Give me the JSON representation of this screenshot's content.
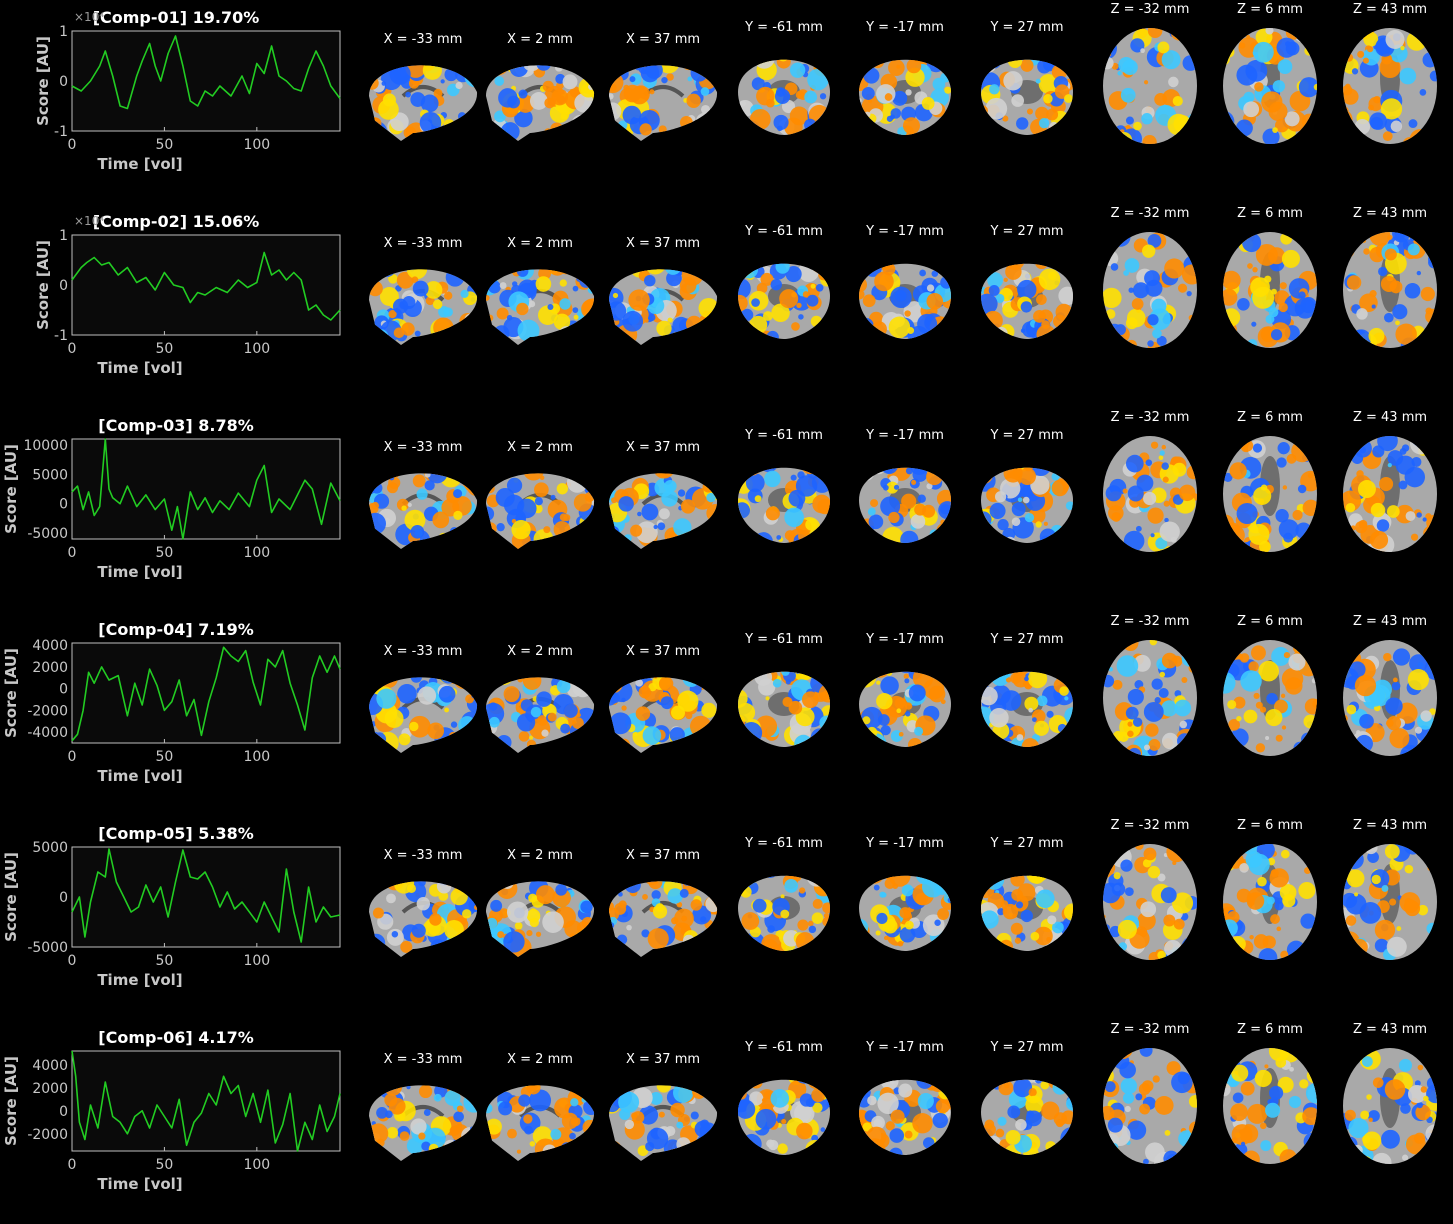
{
  "colors": {
    "background": "#000000",
    "axes_bg": "#0a0a0a",
    "axis": "#bfbfbf",
    "trace": "#22cc22",
    "positive": "#ff8c00",
    "positive_hot": "#ffe000",
    "negative": "#1e64ff",
    "negative_cold": "#3cc8ff"
  },
  "slice_labels": [
    "X = -33 mm",
    "X = 2 mm",
    "X = 37 mm",
    "Y = -61 mm",
    "Y = -17 mm",
    "Y = 27 mm",
    "Z = -32 mm",
    "Z = 6 mm",
    "Z = 43 mm"
  ],
  "chart_data": [
    {
      "type": "line",
      "title": "[Comp-01] 19.70%",
      "xlabel": "Time [vol]",
      "ylabel": "Score [AU]",
      "xlim": [
        0,
        145
      ],
      "ylim": [
        -1,
        1
      ],
      "scale_label": "×10⁴",
      "xticks": [
        "0",
        "50",
        "100"
      ],
      "xtick_values": [
        0,
        50,
        100
      ],
      "yticks": [
        "1",
        "0",
        "-1"
      ],
      "ytick_values": [
        1,
        0,
        -1
      ],
      "x": [
        0,
        5,
        10,
        15,
        18,
        22,
        26,
        30,
        35,
        38,
        42,
        45,
        48,
        52,
        56,
        60,
        64,
        68,
        72,
        76,
        80,
        86,
        92,
        96,
        100,
        104,
        108,
        112,
        116,
        120,
        124,
        128,
        132,
        136,
        140,
        145
      ],
      "y": [
        -0.1,
        -0.2,
        0.0,
        0.3,
        0.6,
        0.1,
        -0.5,
        -0.55,
        0.1,
        0.4,
        0.75,
        0.3,
        0.0,
        0.55,
        0.9,
        0.3,
        -0.4,
        -0.5,
        -0.2,
        -0.3,
        -0.1,
        -0.3,
        0.1,
        -0.25,
        0.35,
        0.15,
        0.7,
        0.1,
        0.0,
        -0.15,
        -0.2,
        0.25,
        0.6,
        0.3,
        -0.1,
        -0.35
      ]
    },
    {
      "type": "line",
      "title": "[Comp-02] 15.06%",
      "xlabel": "Time [vol]",
      "ylabel": "Score [AU]",
      "xlim": [
        0,
        145
      ],
      "ylim": [
        -1,
        1
      ],
      "scale_label": "×10⁴",
      "xticks": [
        "0",
        "50",
        "100"
      ],
      "xtick_values": [
        0,
        50,
        100
      ],
      "yticks": [
        "1",
        "0",
        "-1"
      ],
      "ytick_values": [
        1,
        0,
        -1
      ],
      "x": [
        0,
        5,
        8,
        12,
        16,
        20,
        25,
        30,
        35,
        40,
        45,
        50,
        55,
        60,
        64,
        68,
        72,
        78,
        84,
        90,
        95,
        100,
        104,
        108,
        112,
        116,
        120,
        124,
        128,
        132,
        136,
        140,
        145
      ],
      "y": [
        0.1,
        0.35,
        0.45,
        0.55,
        0.4,
        0.45,
        0.2,
        0.35,
        0.05,
        0.15,
        -0.1,
        0.25,
        0.0,
        -0.05,
        -0.35,
        -0.15,
        -0.2,
        -0.05,
        -0.15,
        0.1,
        -0.05,
        0.05,
        0.65,
        0.2,
        0.3,
        0.1,
        0.25,
        0.1,
        -0.5,
        -0.4,
        -0.6,
        -0.7,
        -0.5
      ]
    },
    {
      "type": "line",
      "title": "[Comp-03] 8.78%",
      "xlabel": "Time [vol]",
      "ylabel": "Score [AU]",
      "xlim": [
        0,
        145
      ],
      "ylim": [
        -6000,
        11000
      ],
      "xticks": [
        "0",
        "50",
        "100"
      ],
      "xtick_values": [
        0,
        50,
        100
      ],
      "yticks": [
        "10000",
        "5000",
        "0",
        "-5000"
      ],
      "ytick_values": [
        10000,
        5000,
        0,
        -5000
      ],
      "x": [
        0,
        3,
        6,
        9,
        12,
        15,
        18,
        20,
        22,
        26,
        30,
        35,
        40,
        45,
        50,
        54,
        57,
        60,
        64,
        68,
        72,
        76,
        80,
        85,
        90,
        96,
        100,
        104,
        108,
        112,
        118,
        122,
        126,
        130,
        135,
        140,
        145
      ],
      "y": [
        2000,
        3000,
        -1000,
        2000,
        -2000,
        -500,
        11000,
        2500,
        1000,
        0,
        3000,
        -500,
        1500,
        -1000,
        800,
        -4500,
        -500,
        -6000,
        2000,
        -1000,
        1000,
        -1500,
        500,
        -1000,
        1800,
        -500,
        4000,
        6500,
        -1500,
        800,
        -1000,
        1500,
        4000,
        2500,
        -3500,
        3500,
        500
      ]
    },
    {
      "type": "line",
      "title": "[Comp-04] 7.19%",
      "xlabel": "Time [vol]",
      "ylabel": "Score [AU]",
      "xlim": [
        0,
        145
      ],
      "ylim": [
        -5000,
        4200
      ],
      "xticks": [
        "0",
        "50",
        "100"
      ],
      "xtick_values": [
        0,
        50,
        100
      ],
      "yticks": [
        "4000",
        "2000",
        "0",
        "-2000",
        "-4000"
      ],
      "ytick_values": [
        4000,
        2000,
        0,
        -2000,
        -4000
      ],
      "x": [
        0,
        3,
        6,
        9,
        12,
        16,
        20,
        25,
        30,
        34,
        38,
        42,
        46,
        50,
        54,
        58,
        62,
        66,
        70,
        74,
        78,
        82,
        86,
        90,
        94,
        98,
        102,
        106,
        110,
        114,
        118,
        122,
        126,
        130,
        134,
        138,
        142,
        145
      ],
      "y": [
        -4800,
        -4200,
        -2000,
        1500,
        500,
        2000,
        800,
        1200,
        -2500,
        500,
        -1500,
        1800,
        300,
        -2000,
        -1200,
        800,
        -2500,
        -1000,
        -4300,
        -1200,
        1000,
        3800,
        3000,
        2500,
        3500,
        600,
        -1500,
        2700,
        2000,
        3500,
        500,
        -1500,
        -3800,
        1000,
        3000,
        1500,
        3000,
        1800
      ]
    },
    {
      "type": "line",
      "title": "[Comp-05] 5.38%",
      "xlabel": "Time [vol]",
      "ylabel": "Score [AU]",
      "xlim": [
        0,
        145
      ],
      "ylim": [
        -5000,
        5000
      ],
      "xticks": [
        "0",
        "50",
        "100"
      ],
      "xtick_values": [
        0,
        50,
        100
      ],
      "yticks": [
        "5000",
        "0",
        "-5000"
      ],
      "ytick_values": [
        5000,
        0,
        -5000
      ],
      "x": [
        0,
        4,
        7,
        10,
        14,
        18,
        20,
        24,
        28,
        32,
        36,
        40,
        44,
        48,
        52,
        56,
        60,
        64,
        68,
        72,
        76,
        80,
        84,
        88,
        92,
        96,
        100,
        104,
        108,
        112,
        116,
        120,
        124,
        128,
        132,
        136,
        140,
        145
      ],
      "y": [
        -1500,
        0,
        -4000,
        -500,
        2500,
        2000,
        4800,
        1500,
        0,
        -1500,
        -1000,
        1200,
        -500,
        1000,
        -2000,
        1500,
        4700,
        2000,
        1800,
        2500,
        1000,
        -1000,
        500,
        -1200,
        -500,
        -1500,
        -2500,
        -500,
        -2000,
        -3500,
        2800,
        -1500,
        -4500,
        1000,
        -2500,
        -1000,
        -2000,
        -1800
      ]
    },
    {
      "type": "line",
      "title": "[Comp-06] 4.17%",
      "xlabel": "Time [vol]",
      "ylabel": "Score [AU]",
      "xlim": [
        0,
        145
      ],
      "ylim": [
        -3500,
        5200
      ],
      "xticks": [
        "0",
        "50",
        "100"
      ],
      "xtick_values": [
        0,
        50,
        100
      ],
      "yticks": [
        "4000",
        "2000",
        "0",
        "-2000"
      ],
      "ytick_values": [
        4000,
        2000,
        0,
        -2000
      ],
      "x": [
        0,
        2,
        4,
        7,
        10,
        14,
        18,
        22,
        26,
        30,
        34,
        38,
        42,
        46,
        50,
        54,
        58,
        62,
        66,
        70,
        74,
        78,
        82,
        86,
        90,
        94,
        98,
        102,
        106,
        110,
        114,
        118,
        122,
        126,
        130,
        134,
        138,
        142,
        145
      ],
      "y": [
        5200,
        3000,
        -1000,
        -2500,
        500,
        -1500,
        2500,
        -500,
        -1000,
        -2000,
        -500,
        0,
        -1500,
        500,
        -500,
        -1500,
        1000,
        -3000,
        -1000,
        -200,
        1500,
        500,
        3000,
        1500,
        2200,
        -500,
        1500,
        -1000,
        1800,
        -2800,
        -1200,
        1500,
        -3500,
        -1000,
        -2500,
        500,
        -1800,
        -500,
        1500
      ]
    }
  ]
}
